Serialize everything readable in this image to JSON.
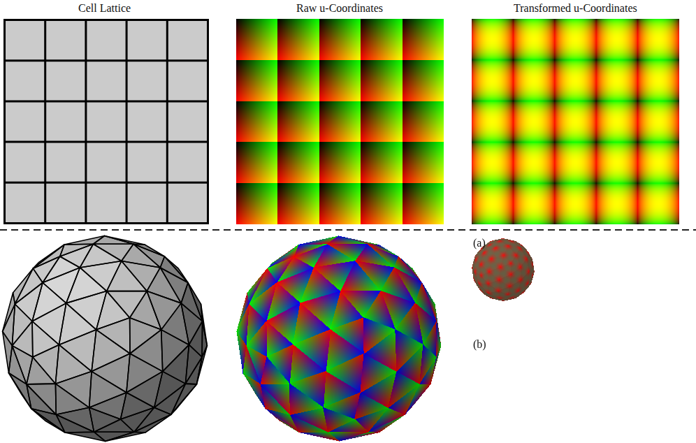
{
  "diagram": {
    "labels": [
      "Cell Lattice",
      "Raw u-Coordinates",
      "Transformed u-Coordinates",
      "(a)",
      "(b)"
    ]
  }
}
